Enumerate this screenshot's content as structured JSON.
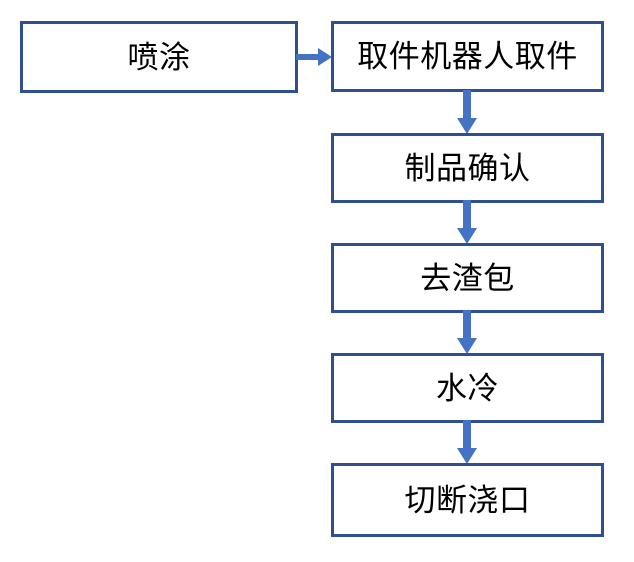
{
  "diagram": {
    "title": "",
    "type": "process-flowchart",
    "orientation": "vertical-with-entry",
    "colors": {
      "node_border": "#2E5090",
      "node_fill": "#FFFFFF",
      "arrow": "#4472C4",
      "text": "#000000",
      "background": "#FFFFFF"
    },
    "nodes": [
      {
        "id": "spray",
        "label": "喷涂",
        "shape": "rectangle"
      },
      {
        "id": "robot",
        "label": "取件机器人取件",
        "shape": "rectangle"
      },
      {
        "id": "confirm",
        "label": "制品确认",
        "shape": "rectangle"
      },
      {
        "id": "deslag",
        "label": "去渣包",
        "shape": "rectangle"
      },
      {
        "id": "watercool",
        "label": "水冷",
        "shape": "rectangle"
      },
      {
        "id": "cutgate",
        "label": "切断浇口",
        "shape": "rectangle"
      }
    ],
    "edges": [
      {
        "id": "spray-robot",
        "from": "spray",
        "to": "robot",
        "direction": "right",
        "label": ""
      },
      {
        "id": "robot-confirm",
        "from": "robot",
        "to": "confirm",
        "direction": "down",
        "label": ""
      },
      {
        "id": "confirm-deslag",
        "from": "confirm",
        "to": "deslag",
        "direction": "down",
        "label": ""
      },
      {
        "id": "deslag-watercool",
        "from": "deslag",
        "to": "watercool",
        "direction": "down",
        "label": ""
      },
      {
        "id": "watercool-cutgate",
        "from": "watercool",
        "to": "cutgate",
        "direction": "down",
        "label": ""
      }
    ]
  }
}
